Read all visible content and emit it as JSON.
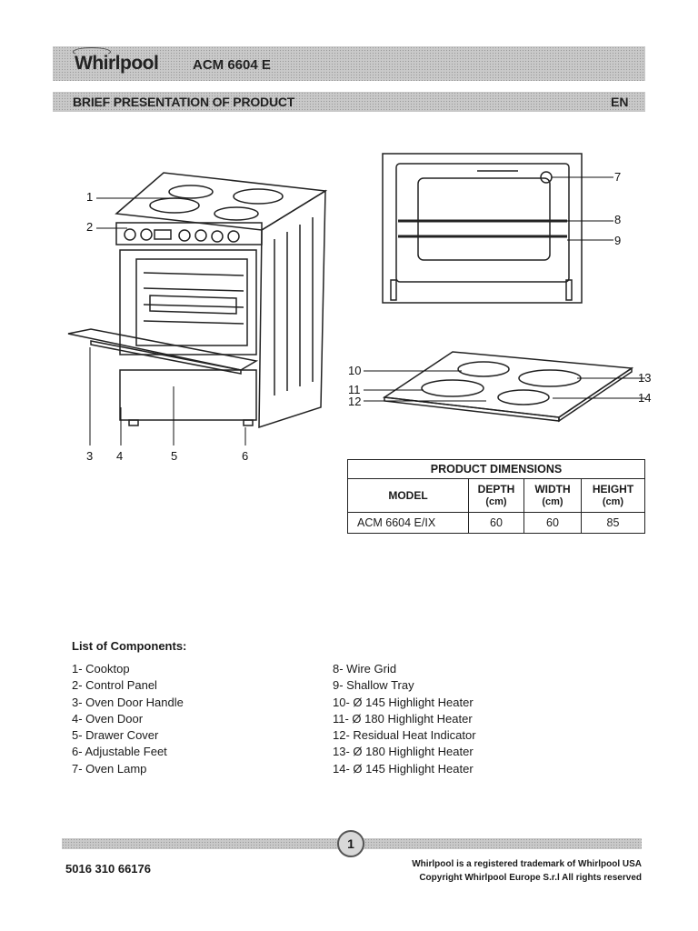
{
  "header": {
    "brand": "Whirlpool",
    "model": "ACM 6604 E",
    "section_title": "BRIEF PRESENTATION OF PRODUCT",
    "language": "EN"
  },
  "callouts": [
    "1",
    "2",
    "3",
    "4",
    "5",
    "6",
    "7",
    "8",
    "9",
    "10",
    "11",
    "12",
    "13",
    "14"
  ],
  "dimensions": {
    "title": "PRODUCT DIMENSIONS",
    "headers": {
      "model": "MODEL",
      "depth": "DEPTH",
      "width": "WIDTH",
      "height": "HEIGHT",
      "unit": "(cm)"
    },
    "row": {
      "model": "ACM 6604 E/IX",
      "depth": "60",
      "width": "60",
      "height": "85"
    }
  },
  "components": {
    "title": "List of Components:",
    "left": [
      "1- Cooktop",
      "2- Control Panel",
      "3- Oven Door Handle",
      "4- Oven Door",
      "5- Drawer Cover",
      "6- Adjustable Feet",
      "7- Oven Lamp"
    ],
    "right": [
      "8- Wire Grid",
      "9- Shallow Tray",
      "10- Ø 145 Highlight Heater",
      "11- Ø 180 Highlight Heater",
      "12- Residual Heat Indicator",
      "13- Ø 180 Highlight Heater",
      "14- Ø 145 Highlight Heater"
    ]
  },
  "footer": {
    "page_number": "1",
    "doc_code": "5016 310 66176",
    "trademark": "Whirlpool is a registered trademark of Whirlpool USA",
    "copyright": "Copyright Whirlpool Europe S.r.l All rights reserved"
  }
}
